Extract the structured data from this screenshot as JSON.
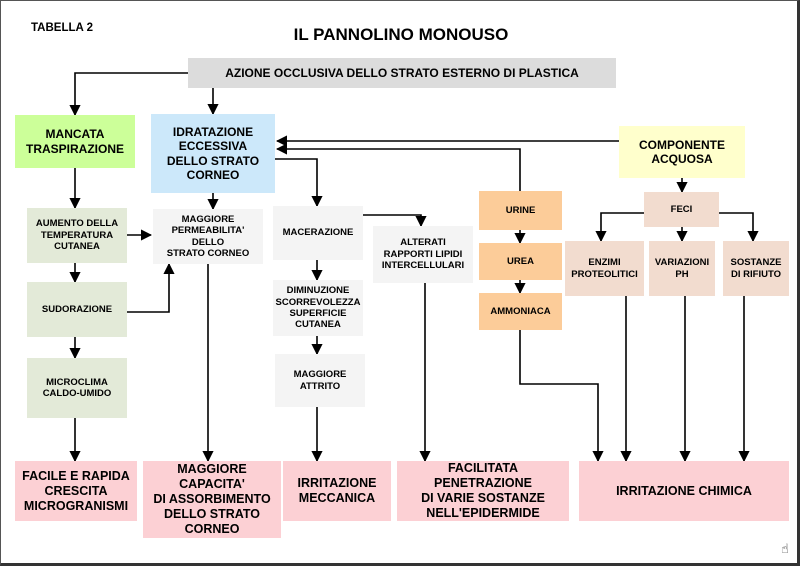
{
  "header": {
    "table_label": "TABELLA 2",
    "title": "IL PANNOLINO MONOUSO"
  },
  "nodes": {
    "azione": "AZIONE OCCLUSIVA DELLO STRATO ESTERNO DI PLASTICA",
    "mancata": "MANCATA\nTRASPIRAZIONE",
    "idratazione": "IDRATAZIONE\nECCESSIVA\nDELLO STRATO\nCORNEO",
    "componente": "COMPONENTE\nACQUOSA",
    "aumento": "AUMENTO DELLA\nTEMPERATURA\nCUTANEA",
    "permeabilita": "MAGGIORE\nPERMEABILITA' DELLO\nSTRATO CORNEO",
    "macerazione": "MACERAZIONE",
    "alterati": "ALTERATI\nRAPPORTI LIPIDI\nINTERCELLULARI",
    "urine": "URINE",
    "feci": "FECI",
    "urea": "UREA",
    "enzimi": "ENZIMI\nPROTEOLITICI",
    "variazioni": "VARIAZIONI\nPH",
    "sostanze": "SOSTANZE\nDI RIFIUTO",
    "sudorazione": "SUDORAZIONE",
    "diminuzione": "DIMINUZIONE\nSCORREVOLEZZA\nSUPERFICIE\nCUTANEA",
    "ammoniaca": "AMMONIACA",
    "microclima": "MICROCLIMA\nCALDO-UMIDO",
    "attrito": "MAGGIORE\nATTRITO",
    "crescita": "FACILE E RAPIDA\nCRESCITA\nMICROGRANISMI",
    "assorbimento": "MAGGIORE CAPACITA'\nDI ASSORBIMENTO\nDELLO STRATO\nCORNEO",
    "irr_meccanica": "IRRITAZIONE\nMECCANICA",
    "penetrazione": "FACILITATA  PENETRAZIONE\nDI VARIE SOSTANZE\nNELL'EPIDERMIDE",
    "irr_chimica": "IRRITAZIONE CHIMICA"
  },
  "icons": {
    "corner": "hand-pointer-icon"
  },
  "colors": {
    "green": "#ccff99",
    "blue": "#cce8fa",
    "yellow": "#ffffcc",
    "sage": "#e3ead8",
    "orange": "#fccc99",
    "beige": "#f2dccf",
    "pink": "#fcd0d4",
    "grey": "#dcdcdc"
  }
}
